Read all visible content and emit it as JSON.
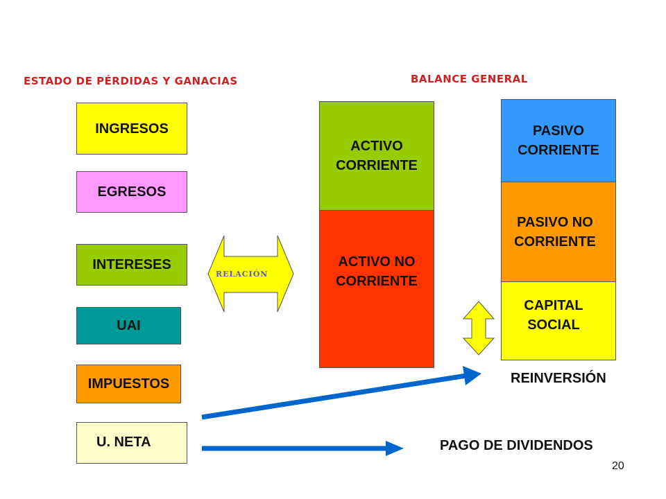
{
  "headings": {
    "income_statement": "ESTADO DE PÉRDIDAS Y GANACIAS",
    "balance_sheet": "BALANCE GENERAL"
  },
  "income_items": {
    "ingresos": "INGRESOS",
    "egresos": "EGRESOS",
    "intereses": "INTERESES",
    "uai": "UAI",
    "impuestos": "IMPUESTOS",
    "u_neta": "U. NETA"
  },
  "relation_label": "RELACIÓN",
  "assets": {
    "current": [
      "ACTIVO",
      "CORRIENTE"
    ],
    "non_current": [
      "ACTIVO NO",
      "CORRIENTE"
    ]
  },
  "liabilities": {
    "current": [
      "PASIVO",
      "CORRIENTE"
    ],
    "non_current": [
      "PASIVO NO",
      "CORRIENTE"
    ],
    "capital": [
      "CAPITAL",
      "SOCIAL"
    ]
  },
  "flows": {
    "reinversion": "REINVERSIÓN",
    "dividendos": "PAGO DE DIVIDENDOS"
  },
  "page_number": "20",
  "colors": {
    "heading_red": "#cc2222",
    "yellow": "#ffff00",
    "pink": "#ff99ff",
    "green": "#99cc00",
    "teal": "#009999",
    "orange": "#ff9900",
    "cream": "#ffffcc",
    "red": "#ff3300",
    "blue": "#3399ff",
    "arrow_blue": "#0066cc"
  }
}
